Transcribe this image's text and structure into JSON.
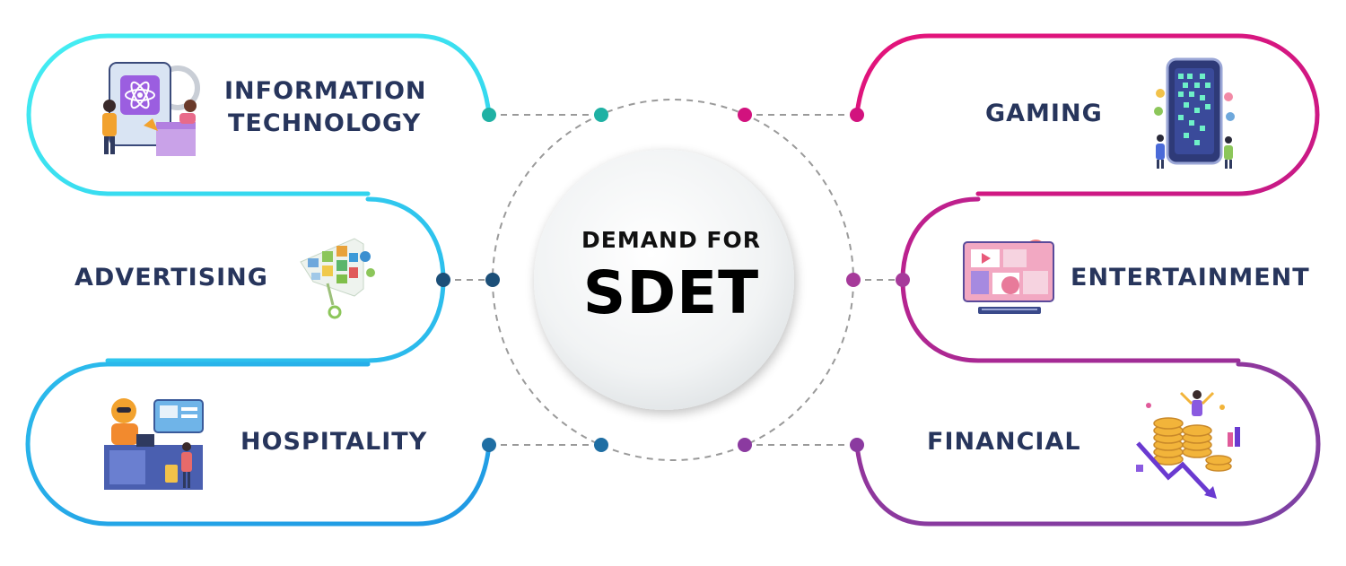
{
  "hub": {
    "line1": "DEMAND FOR",
    "line2": "SDET"
  },
  "sectors": [
    {
      "label": "INFORMATION TECHNOLOGY",
      "line1": "INFORMATION",
      "line2": "TECHNOLOGY",
      "icon": "developer-phone-icon",
      "color": "#1bb5a5"
    },
    {
      "label": "ADVERTISING",
      "icon": "megaphone-icon",
      "color": "#1e4e7a"
    },
    {
      "label": "HOSPITALITY",
      "icon": "robot-concierge-icon",
      "color": "#1f6ea3"
    },
    {
      "label": "GAMING",
      "icon": "mobile-game-icon",
      "color": "#d2127e"
    },
    {
      "label": "ENTERTAINMENT",
      "icon": "media-screen-icon",
      "color": "#a63a9a"
    },
    {
      "label": "FINANCIAL",
      "icon": "coins-growth-icon",
      "color": "#8b3aa0"
    }
  ],
  "colors": {
    "left_gradient": [
      "#3fe6f0",
      "#2199e6"
    ],
    "right_gradient": [
      "#e0127a",
      "#7f3ea3"
    ],
    "text": "#27355c",
    "dash": "#999999"
  }
}
